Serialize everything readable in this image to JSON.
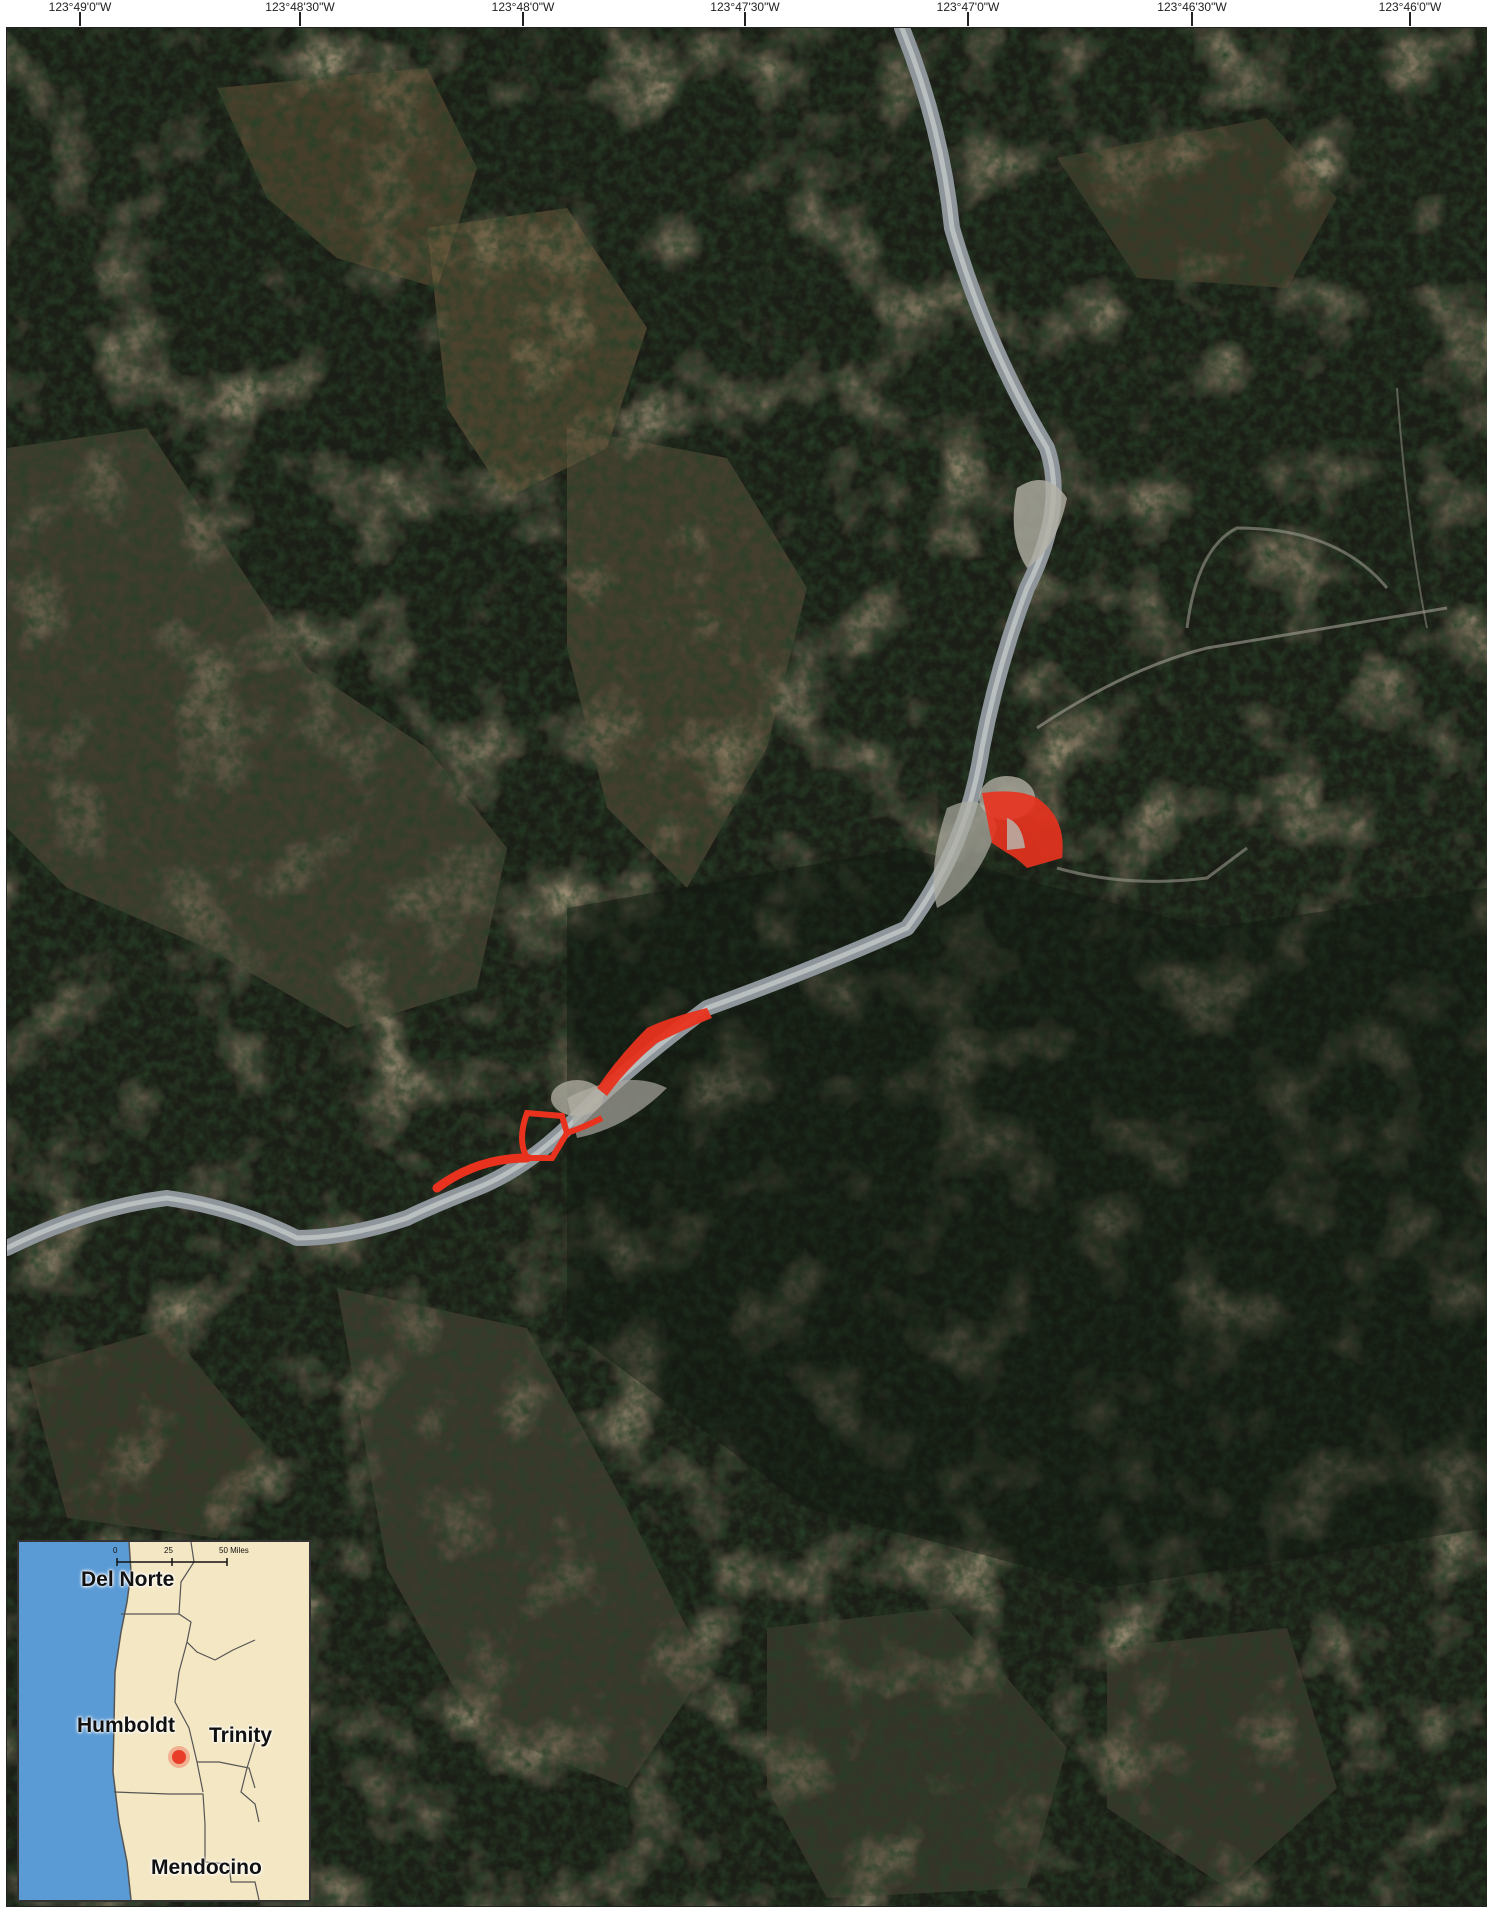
{
  "longitude_ticks": [
    {
      "label": "123°49'0\"W"
    },
    {
      "label": "123°48'30\"W"
    },
    {
      "label": "123°48'0\"W"
    },
    {
      "label": "123°47'30\"W"
    },
    {
      "label": "123°47'0\"W"
    },
    {
      "label": "123°46'30\"W"
    },
    {
      "label": "123°46'0\"W"
    }
  ],
  "map": {
    "highlight_color": "#e8321e",
    "river_color": "#8e969c"
  },
  "inset": {
    "scale": {
      "zero": "0",
      "mid": "25",
      "end": "50 Miles"
    },
    "counties": {
      "del_norte": "Del Norte",
      "humboldt": "Humboldt",
      "trinity": "Trinity",
      "mendocino": "Mendocino"
    },
    "colors": {
      "ocean": "#5b9bd5",
      "land": "#f4e7c3",
      "site_marker": "#e8321e"
    }
  }
}
